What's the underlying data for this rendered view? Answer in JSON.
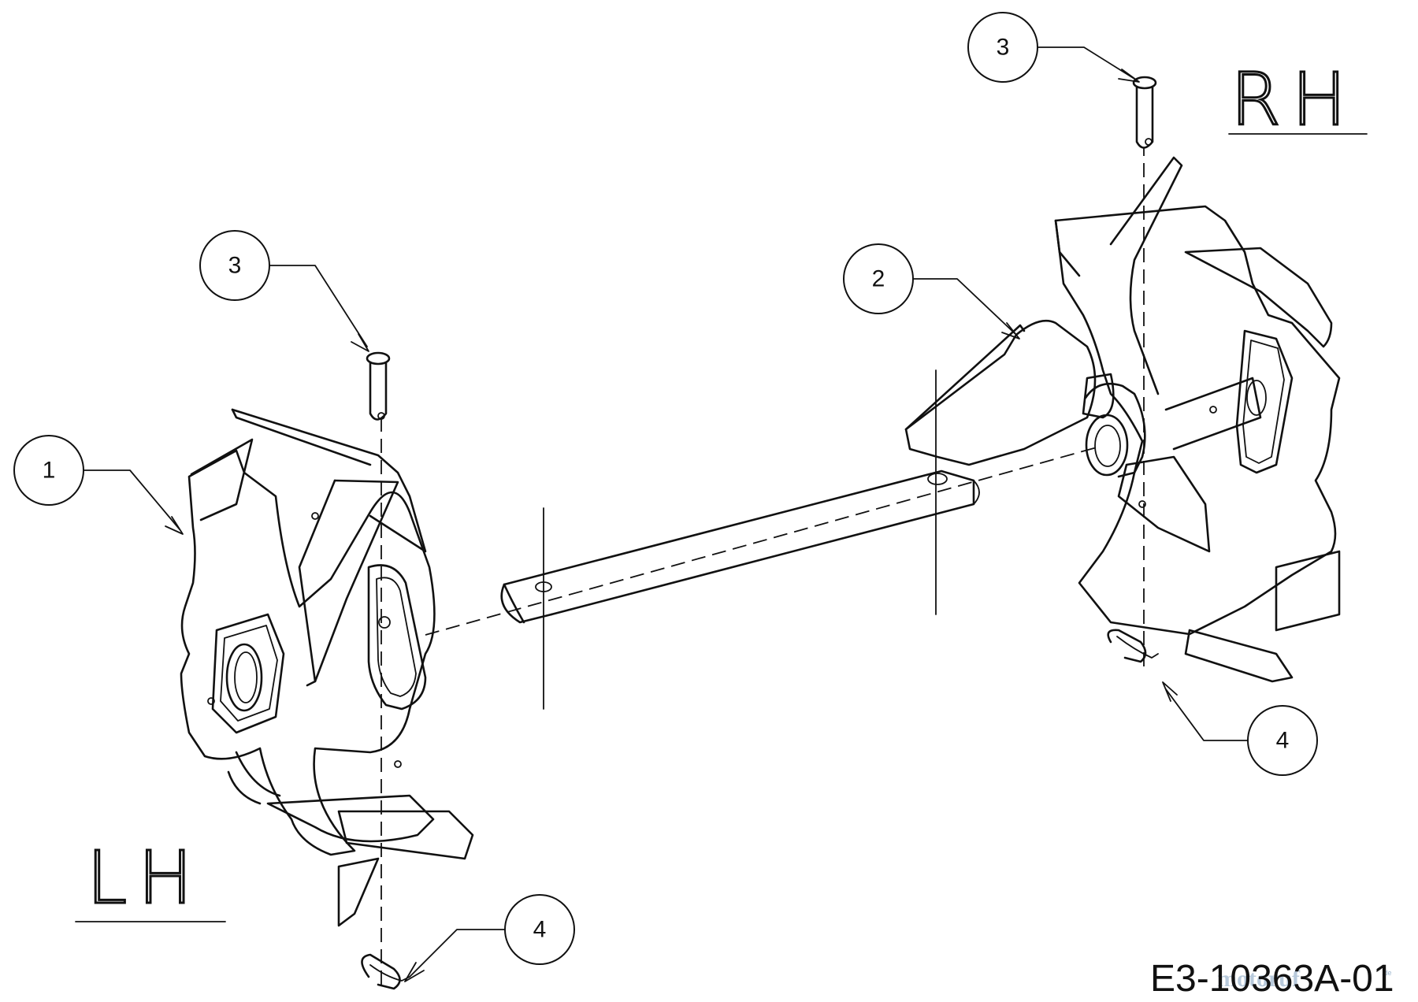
{
  "labels": {
    "left_side": "LH",
    "right_side": "RH",
    "drawing_code": "E3-10363A-01"
  },
  "watermark": {
    "text": "motoruf",
    "suffix": ".de"
  },
  "callouts": [
    {
      "id": "c1",
      "number": "1"
    },
    {
      "id": "c2",
      "number": "2"
    },
    {
      "id": "c3a",
      "number": "3"
    },
    {
      "id": "c3b",
      "number": "3"
    },
    {
      "id": "c4a",
      "number": "4"
    },
    {
      "id": "c4b",
      "number": "4"
    }
  ]
}
